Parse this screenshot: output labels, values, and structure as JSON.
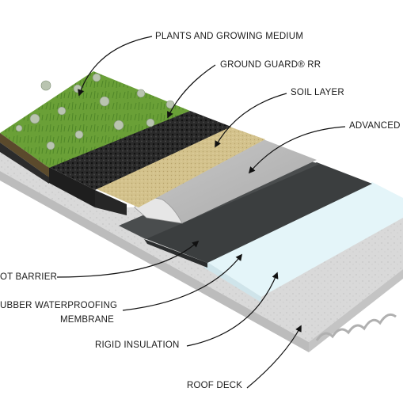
{
  "labels": {
    "plants": "PLANTS AND GROWING MEDIUM",
    "ground_guard": "GROUND GUARD® RR",
    "soil": "SOIL LAYER",
    "advanced": "ADVANCED",
    "root_barrier": "OT BARRIER",
    "membrane_line1": "UBBER WATERPROOFING",
    "membrane_line2": "MEMBRANE",
    "insulation": "RIGID INSULATION",
    "roof_deck": "ROOF DECK"
  },
  "colors": {
    "grass": "#6fa33a",
    "drainage": "#222222",
    "soil": "#d2c08a",
    "fabric": "#b9b9b9",
    "membrane": "#3c3f40",
    "insulation": "#dff2f6",
    "deck": "#d6d6d6"
  }
}
